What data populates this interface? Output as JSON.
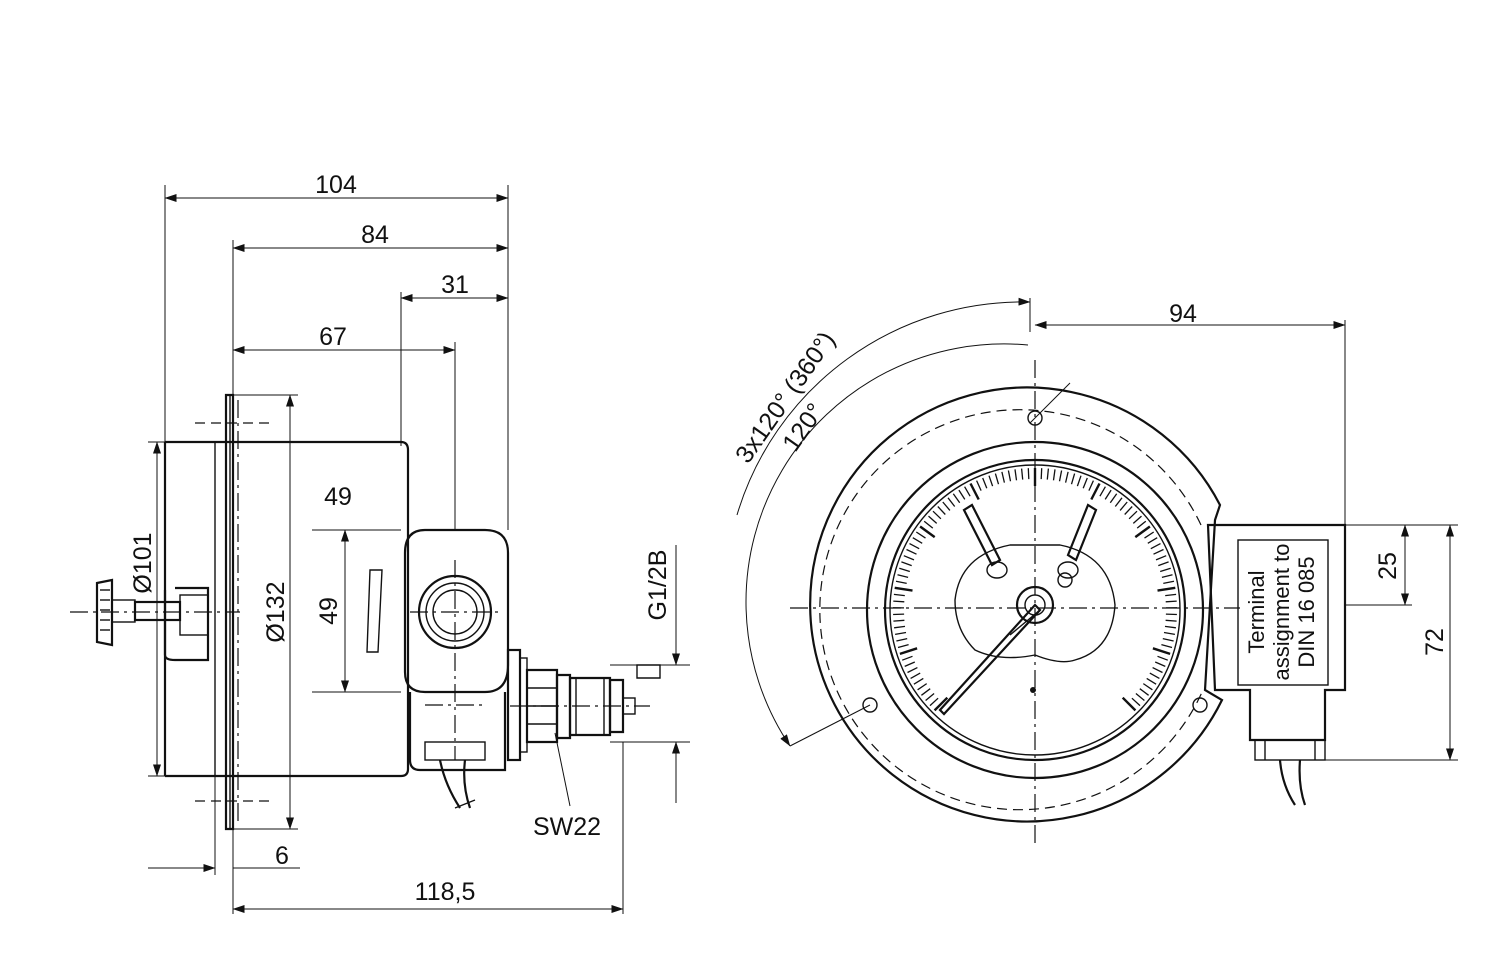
{
  "side_view": {
    "dim_overall_length": "104",
    "dim_case_to_back": "84",
    "dim_box_width": "31",
    "dim_case_to_box_axis": "67",
    "dim_box_offset": "49",
    "dim_box_height": "49",
    "dim_case_diameter": "Ø101",
    "dim_flange_diameter": "Ø132",
    "dim_flange_thickness": "6",
    "dim_flange_to_connection": "118,5",
    "label_connection_thread": "G1/2B",
    "label_wrench_size": "SW22"
  },
  "front_view": {
    "dim_angle_total": "3x120° (360°)",
    "dim_angle_single": "120°",
    "dim_box_reach": "94",
    "dim_box_offset_small": "25",
    "dim_box_height": "72",
    "terminal_label_lines": [
      "Terminal",
      "assignment to",
      "DIN 16 085"
    ]
  }
}
